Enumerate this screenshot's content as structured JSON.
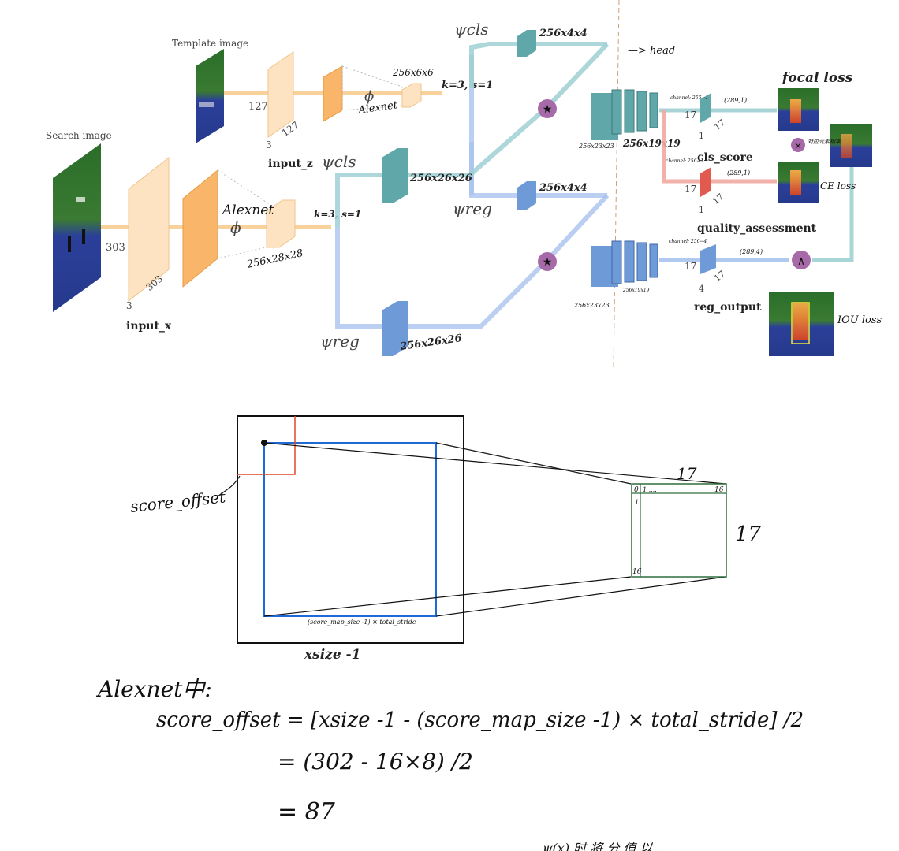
{
  "colors": {
    "teal": "#9fd0d3",
    "blue": "#a9c3ee",
    "orange": "#f7c98a",
    "red": "#f1a9a0",
    "cube_teal": "#5fa7a8",
    "cube_blue": "#6f9ad8",
    "purple": "#a66aa8",
    "green": "#2f6f3d",
    "box_blue": "#1f6ad6",
    "box_red": "#e0482a"
  },
  "top": {
    "template_image": "Template image",
    "search_image": "Search image",
    "input_z": "input_z",
    "input_x": "input_x",
    "z_dim_a": "127",
    "z_dim_b": "127",
    "z_dim_c": "3",
    "x_dim_a": "303",
    "x_dim_b": "303",
    "x_dim_c": "3",
    "phi": "ϕ",
    "alexnet": "Alexnet",
    "z_feat": "256x6x6",
    "x_feat": "256x28x28",
    "k3s1": "k=3, s=1",
    "k3s1_b": "k=3, s=1",
    "psi_cls": "ψcls",
    "psi_reg": "ψreg",
    "feat_cls_z": "256x4x4",
    "feat_cls_x": "256x26x26",
    "feat_reg_z": "256x4x4",
    "feat_reg_x": "256x26x26",
    "head": "head",
    "cls_score": "cls_score",
    "quality_assessment": "quality_assessment",
    "reg_output": "reg_output",
    "seventeen": "17",
    "one": "1",
    "four": "4",
    "focal_loss": "focal loss",
    "ce_loss": "CE loss",
    "iou_loss": "IOU loss",
    "cls_shape": "(289,1)",
    "qa_shape": "(289,1)",
    "reg_shape": "(289,4)",
    "stack_out": "256x19x19",
    "stack_in": "256x23x23",
    "multiply_note": "对应元素相乘",
    "ch1": "channel: 256→1",
    "ch4": "channel: 256→4"
  },
  "bottom": {
    "score_offset_label": "score_offset",
    "blue_caption": "(score_map_size -1) × total_stride",
    "xsize_label": "xsize -1",
    "grid_top": "17",
    "grid_right": "17",
    "grid_zero": "0",
    "grid_one": "1 ....",
    "grid_sixteen": "16",
    "grid_col1": "1",
    "grid_col_sixteen": "16",
    "alexnet_note": "Alexnet中:",
    "formula1": "score_offset = [xsize -1 - (score_map_size -1) × total_stride] /2",
    "formula2": "= (302 - 16×8) /2",
    "formula3": "= 87",
    "cut_text": "ψ(x) 时 将 分 值 以 ..."
  }
}
